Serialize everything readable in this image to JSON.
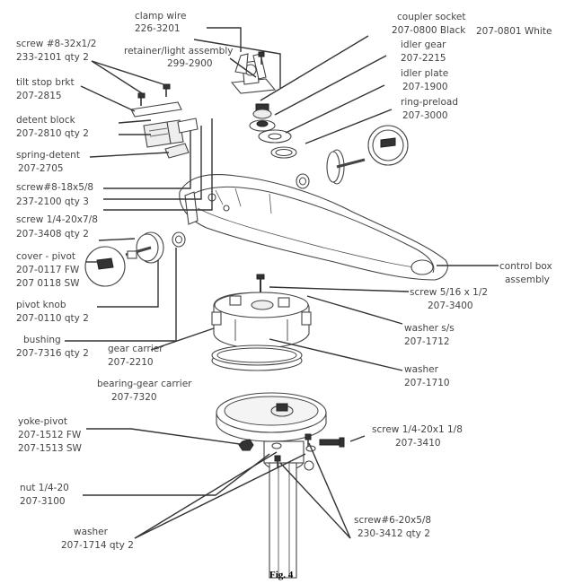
{
  "figure_caption": "Fig. 4",
  "white_variant": "207-0801 White",
  "labels": {
    "clamp_wire": [
      "clamp wire",
      "226-3201"
    ],
    "retainer": [
      "retainer/light assembly",
      "299-2900"
    ],
    "coupler_socket": [
      "coupler socket",
      "207-0800 Black"
    ],
    "idler_gear": [
      "idler gear",
      "207-2215"
    ],
    "idler_plate": [
      "idler plate",
      "207-1900"
    ],
    "ring_preload": [
      "ring-preload",
      "207-3000"
    ],
    "screw_8_32": [
      "screw #8-32x1/2",
      "233-2101 qty 2"
    ],
    "tilt_stop": [
      "tilt stop brkt",
      "207-2815"
    ],
    "detent_block": [
      "detent block",
      "207-2810 qty 2"
    ],
    "spring_detent": [
      "spring-detent",
      "207-2705"
    ],
    "screw_8_18": [
      "screw#8-18x5/8",
      "237-2100 qty 3"
    ],
    "screw_1_4_20x7_8": [
      "screw 1/4-20x7/8",
      "207-3408 qty 2"
    ],
    "cover_pivot": [
      "cover - pivot",
      "207-0117 FW",
      "207 0118 SW"
    ],
    "pivot_knob": [
      "pivot knob",
      "207-0110 qty 2"
    ],
    "bushing": [
      "bushing",
      "207-7316 qty 2"
    ],
    "control_box": [
      "control box",
      "assembly"
    ],
    "screw_5_16": [
      "screw 5/16 x 1/2",
      "207-3400"
    ],
    "washer_ss": [
      "washer s/s",
      "207-1712"
    ],
    "gear_carrier": [
      "gear carrier",
      "207-2210"
    ],
    "washer_1710": [
      "washer",
      "207-1710"
    ],
    "bearing_gear_carrier": [
      "bearing-gear carrier",
      "207-7320"
    ],
    "yoke_pivot": [
      "yoke-pivot",
      "207-1512 FW",
      "207-1513 SW"
    ],
    "screw_1_4_20x1_1_8": [
      "screw 1/4-20x1 1/8",
      "207-3410"
    ],
    "nut": [
      "nut 1/4-20",
      "207-3100"
    ],
    "screw_6_20": [
      "screw#6-20x5/8",
      "230-3412 qty 2"
    ],
    "washer_1714": [
      "washer",
      "207-1714 qty 2"
    ]
  }
}
